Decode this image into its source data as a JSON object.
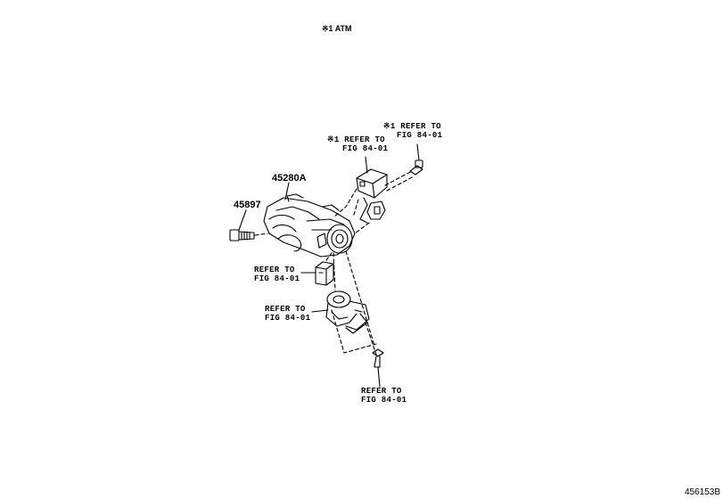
{
  "header_note": "※1 ATM",
  "part_numbers": {
    "lock_housing": "45280A",
    "screw": "45897"
  },
  "refs": {
    "switch_top_right": {
      "line1": "※1 REFER TO",
      "line2": "FIG 84-01"
    },
    "switch_upper": {
      "line1": "※1 REFER TO",
      "line2": "FIG 84-01"
    },
    "lock_cylinder": {
      "line1": "REFER TO",
      "line2": "FIG 84-01"
    },
    "ignition_switch": {
      "line1": "REFER TO",
      "line2": "FIG 84-01"
    },
    "bottom_bolt": {
      "line1": "REFER TO",
      "line2": "FIG 84-01"
    }
  },
  "figure_id": "456153B",
  "colors": {
    "line": "#000000",
    "background": "#ffffff"
  }
}
